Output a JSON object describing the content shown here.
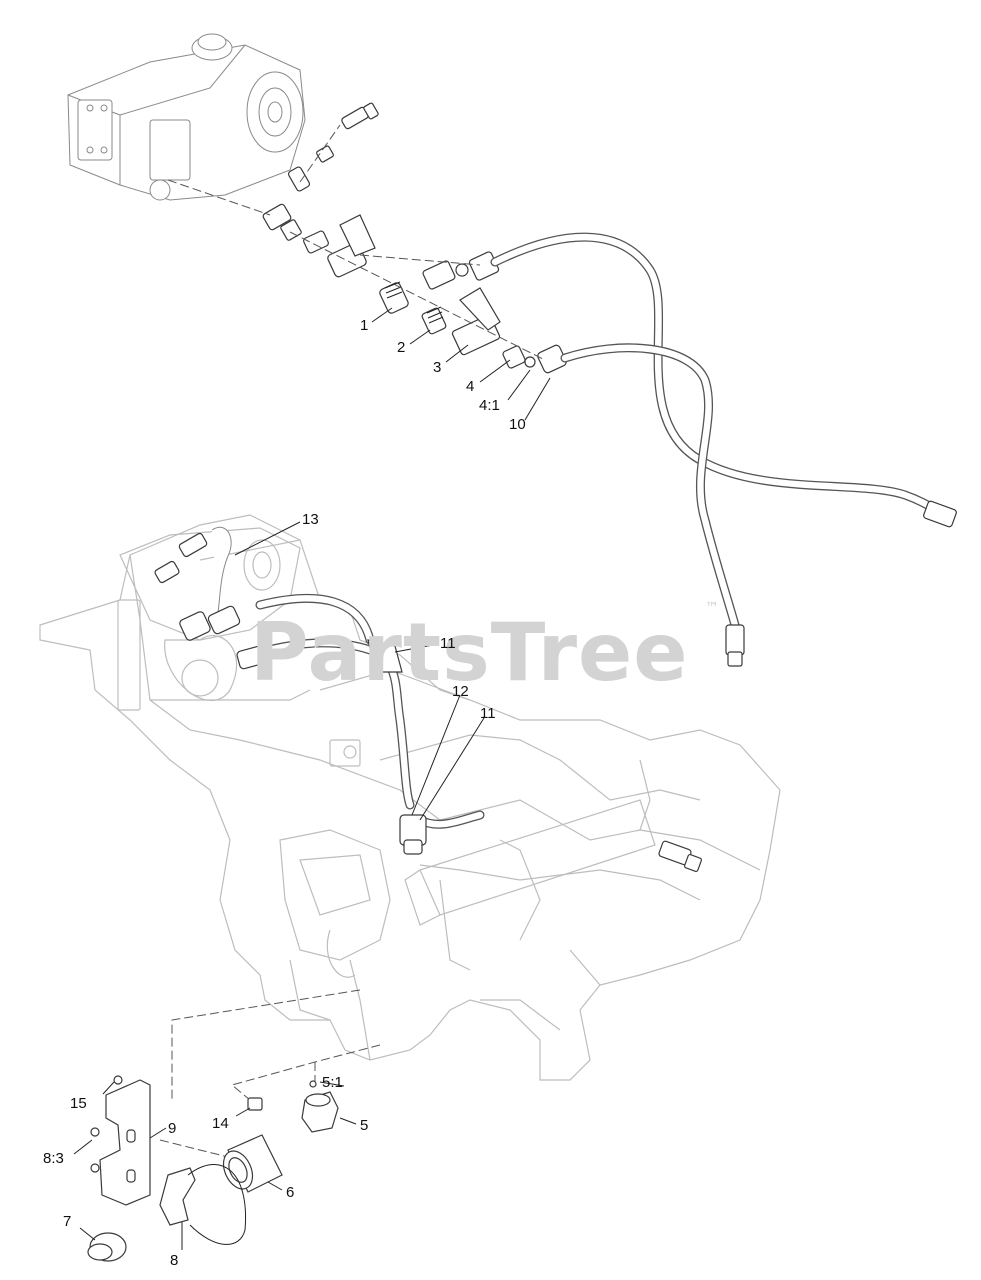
{
  "watermark": {
    "text": "PartsTree",
    "trademark": "™"
  },
  "callouts": [
    "1",
    "2",
    "3",
    "4",
    "4:1",
    "10",
    "13",
    "11",
    "12",
    "11",
    "15",
    "9",
    "8:3",
    "14",
    "5:1",
    "5",
    "6",
    "7",
    "8"
  ]
}
